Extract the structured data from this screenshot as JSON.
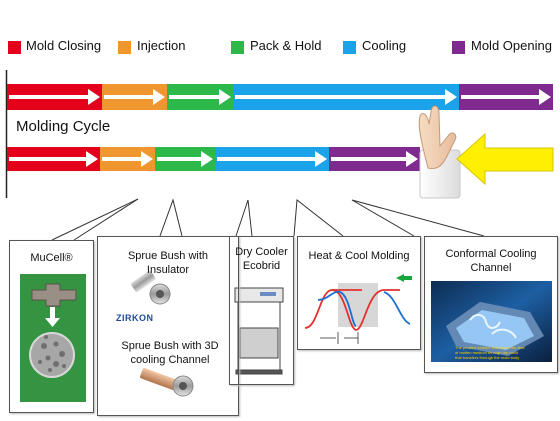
{
  "legend": [
    {
      "label": "Mold Closing",
      "color": "#e4001b"
    },
    {
      "label": "Injection",
      "color": "#f0962e"
    },
    {
      "label": "Pack & Hold",
      "color": "#2db84a"
    },
    {
      "label": "Cooling",
      "color": "#1aa3e8"
    },
    {
      "label": "Mold Opening",
      "color": "#7f2a8e"
    }
  ],
  "cycle_title": "Molding Cycle",
  "icons": {
    "hand": "stop-hand-icon",
    "arrow": "yellow-left-arrow-icon"
  },
  "callouts": {
    "mucell": {
      "title": "MuCell®"
    },
    "sprue": {
      "title1": "Sprue Bush with Insulator",
      "brand": "ZIRKON",
      "title2": "Sprue Bush with 3D cooling Channel"
    },
    "drycooler": {
      "title": "Dry Cooler Ecobrid"
    },
    "heatcool": {
      "title": "Heat & Cool Molding"
    },
    "conformal": {
      "title": "Conformal Cooling Channel",
      "overlay": "The product exterior that slows the flow of molten medium through the mold that transfers through the mold body"
    }
  }
}
